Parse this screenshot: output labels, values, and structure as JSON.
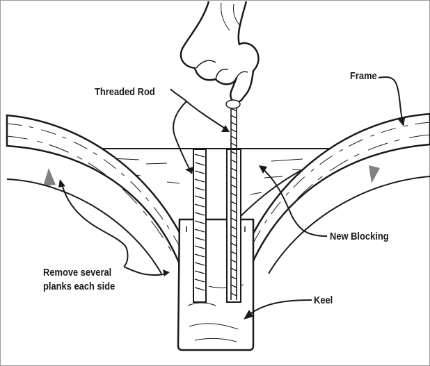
{
  "figure": {
    "labels": {
      "threaded_rod": "Threaded Rod",
      "frame": "Frame",
      "new_blocking": "New Blocking",
      "remove_planks_line1": "Remove several",
      "remove_planks_line2": "planks each side",
      "keel": "Keel"
    },
    "colors": {
      "ink": "#1a1a1a",
      "paper": "#ffffff",
      "border": "#9a9a9a"
    }
  }
}
